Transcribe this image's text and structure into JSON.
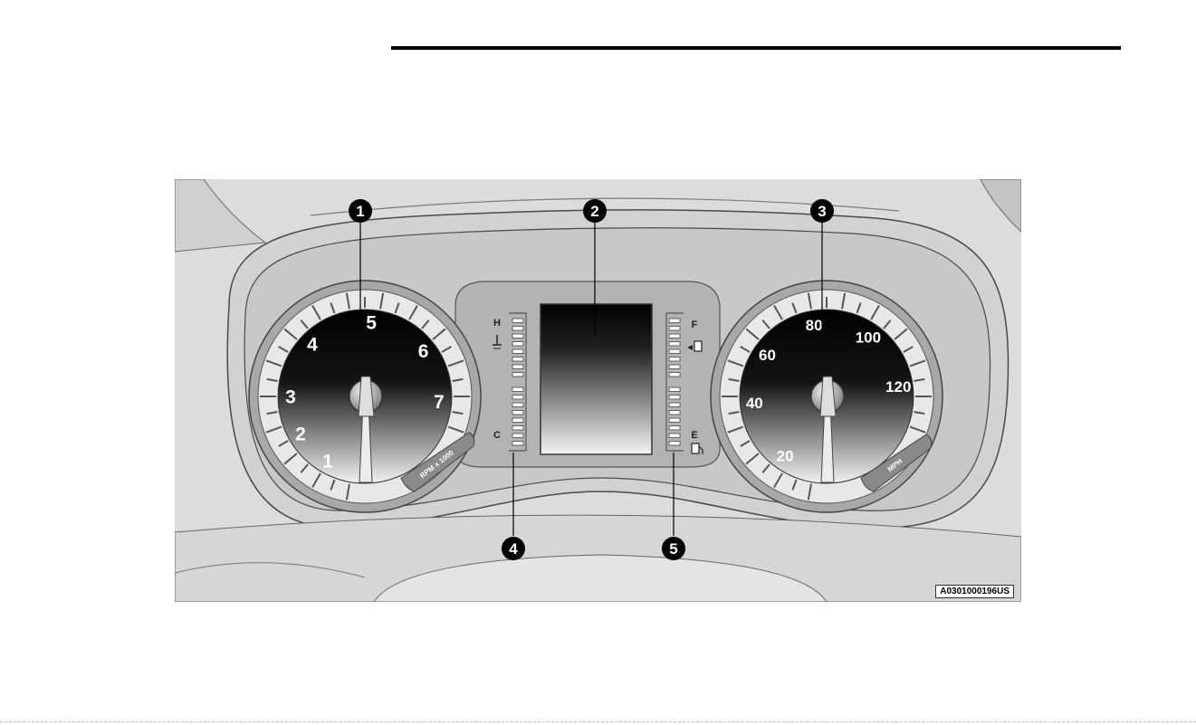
{
  "tachometer": {
    "scale_labels": [
      "1",
      "2",
      "3",
      "4",
      "5",
      "6",
      "7"
    ],
    "unit_label": "RPM x 1000"
  },
  "speedometer": {
    "scale_labels": [
      "20",
      "40",
      "60",
      "80",
      "100",
      "120"
    ],
    "unit_label": "MPH"
  },
  "temperature_gauge": {
    "high_label": "H",
    "low_label": "C"
  },
  "fuel_gauge": {
    "full_label": "F",
    "empty_label": "E"
  },
  "callouts": [
    "1",
    "2",
    "3",
    "4",
    "5"
  ],
  "figure_code": "A0301000196US"
}
